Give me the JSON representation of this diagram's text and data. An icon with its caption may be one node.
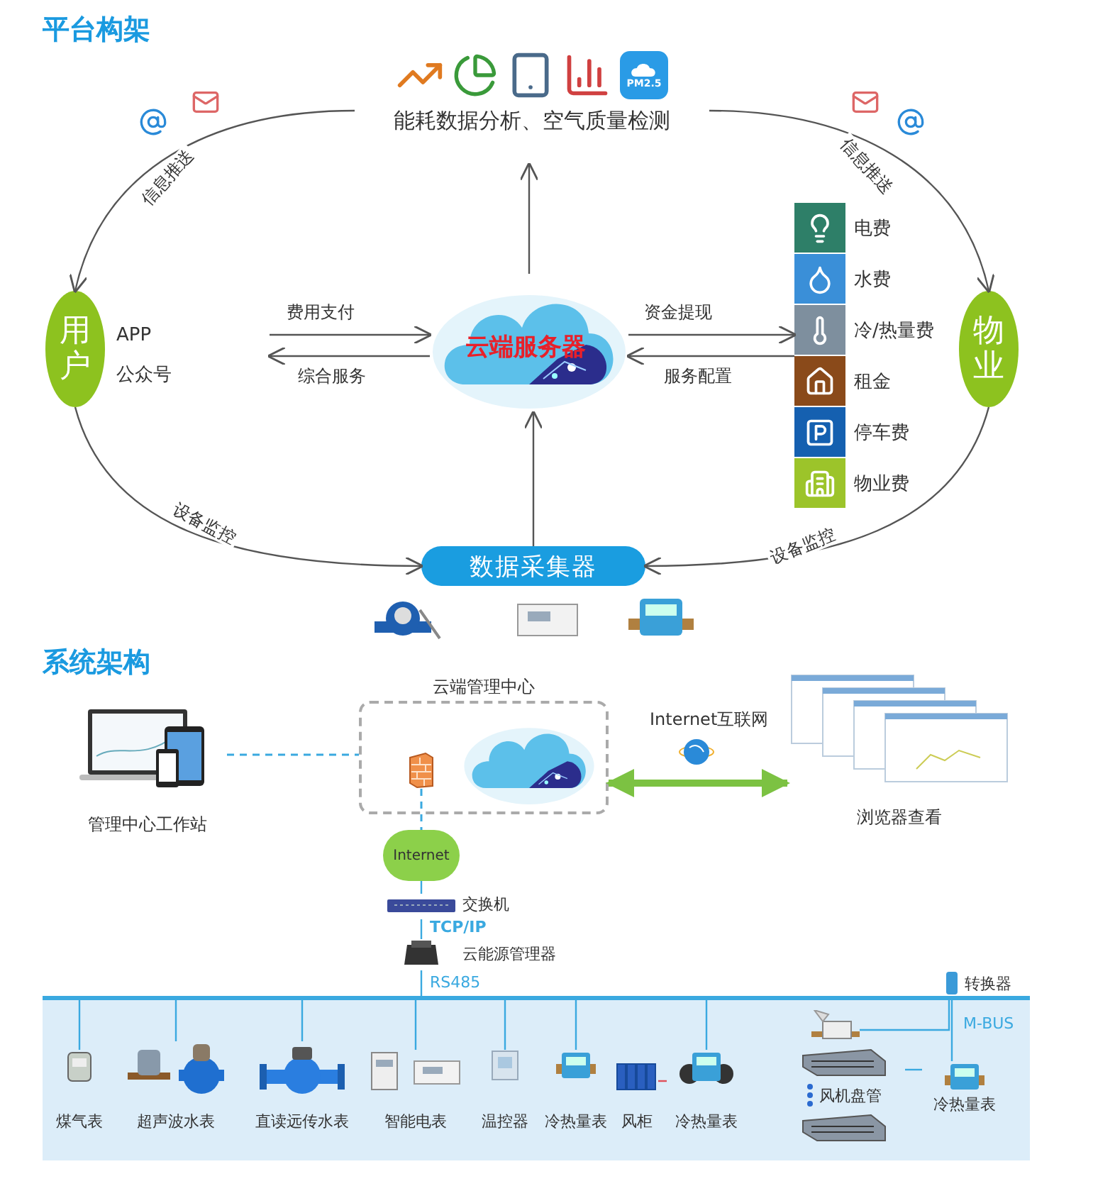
{
  "diagram": {
    "nodes": [
      {
        "text": [
          "能耗数据分析、空气质量检测"
        ]
      },
      {
        "text": [
          "用户"
        ]
      },
      {
        "text": [
          "物业"
        ]
      },
      {
        "text": [
          "云端服务器"
        ]
      },
      {
        "text": [
          "数据采集器"
        ]
      },
      {
        "text": [
          "APP",
          "公众号"
        ]
      },
      {
        "text": [
          "电费",
          "水费",
          "冷/热量费",
          "租金",
          "停车费",
          "物业费"
        ]
      },
      {
        "text": [
          "云端管理中心"
        ]
      },
      {
        "text": [],
        "shape": "picture",
        "in": 7
      },
      {
        "text": [],
        "shape": "picture",
        "in": 7
      },
      {
        "text": [
          "管理中心工作站"
        ]
      },
      {
        "text": [
          "浏览器查看"
        ]
      },
      {
        "text": [
          "Internet"
        ]
      },
      {
        "text": [
          "交换机"
        ]
      },
      {
        "text": [
          "云能源管理器"
        ]
      },
      {
        "text": [],
        "shape": "box"
      },
      {
        "text": [],
        "shape": "bar"
      },
      {
        "text": [
          "煤气表"
        ],
        "in": 15
      },
      {
        "text": [
          "超声波水表"
        ],
        "in": 15
      },
      {
        "text": [
          "直读远传水表"
        ],
        "in": 15
      },
      {
        "text": [
          "智能电表"
        ],
        "in": 15
      },
      {
        "text": [
          "温控器"
        ],
        "in": 15
      },
      {
        "text": [
          "冷热量表"
        ],
        "in": 15
      },
      {
        "text": [
          "风柜"
        ],
        "in": 15
      },
      {
        "text": [
          "冷热量表"
        ],
        "in": 15
      },
      {
        "text": [
          "风机盘管"
        ],
        "in": 15
      },
      {
        "text": [
          "冷热量表"
        ],
        "in": 15
      },
      {
        "text": [
          "转换器"
        ]
      },
      {
        "text": [],
        "shape": "picture",
        "in": 15
      }
    ],
    "edges": [
      {
        "from": 3,
        "to": 0,
        "arrow": "to",
        "color": "#555555"
      },
      {
        "from": 4,
        "to": 3,
        "arrow": "to",
        "color": "#555555"
      },
      {
        "from": 5,
        "to": 3,
        "arrow": "to",
        "label": "费用支付",
        "color": "#555555"
      },
      {
        "from": 3,
        "to": 5,
        "arrow": "to",
        "label": "综合服务",
        "color": "#555555"
      },
      {
        "from": 3,
        "to": 6,
        "arrow": "to",
        "label": "资金提现",
        "color": "#555555"
      },
      {
        "from": 6,
        "to": 3,
        "arrow": "to",
        "label": "服务配置",
        "color": "#555555"
      },
      {
        "from": 0,
        "to": 1,
        "arrow": "to",
        "label": "信息推送",
        "color": "#555555"
      },
      {
        "from": 0,
        "to": 2,
        "arrow": "to",
        "label": "信息推送",
        "color": "#555555"
      },
      {
        "from": 1,
        "to": 4,
        "arrow": "to",
        "label": "设备监控",
        "color": "#555555"
      },
      {
        "from": 2,
        "to": 4,
        "arrow": "to",
        "label": "设备监控",
        "color": "#555555"
      },
      {
        "from": 10,
        "to": 7,
        "arrow": "none",
        "style": "dashed",
        "color": "#3aa9e0"
      },
      {
        "from": 7,
        "to": 11,
        "arrow": "both",
        "label": "Internet互联网",
        "style": "thick",
        "color": "#7cc242"
      },
      {
        "from": 8,
        "to": 12,
        "arrow": "none",
        "style": "dashed",
        "color": "#3aa9e0"
      },
      {
        "from": 12,
        "to": 13,
        "arrow": "none",
        "color": "#3aa9e0"
      },
      {
        "from": 13,
        "to": 14,
        "arrow": "none",
        "label": "TCP/IP",
        "color": "#3aa9e0"
      },
      {
        "from": 14,
        "to": 16,
        "arrow": "none",
        "label": "RS485",
        "color": "#3aa9e0"
      },
      {
        "from": 16,
        "to": 17,
        "arrow": "none",
        "color": "#3aa9e0"
      },
      {
        "from": 16,
        "to": 18,
        "arrow": "none",
        "color": "#3aa9e0"
      },
      {
        "from": 16,
        "to": 19,
        "arrow": "none",
        "color": "#3aa9e0"
      },
      {
        "from": 16,
        "to": 20,
        "arrow": "none",
        "color": "#3aa9e0"
      },
      {
        "from": 16,
        "to": 21,
        "arrow": "none",
        "color": "#3aa9e0"
      },
      {
        "from": 16,
        "to": 22,
        "arrow": "none",
        "color": "#3aa9e0"
      },
      {
        "from": 16,
        "to": 24,
        "arrow": "none",
        "color": "#3aa9e0"
      },
      {
        "from": 23,
        "to": 24,
        "arrow": "none",
        "color": "#e0505a"
      },
      {
        "from": 25,
        "to": 26,
        "arrow": "none",
        "color": "#3aa9e0"
      },
      {
        "from": 27,
        "to": 26,
        "arrow": "none",
        "label": "M-BUS",
        "color": "#3aa9e0"
      },
      {
        "from": 27,
        "to": 28,
        "arrow": "none",
        "color": "#3aa9e0"
      }
    ],
    "labels": [
      "平台构架",
      "PM2.5",
      "系统架构"
    ]
  }
}
